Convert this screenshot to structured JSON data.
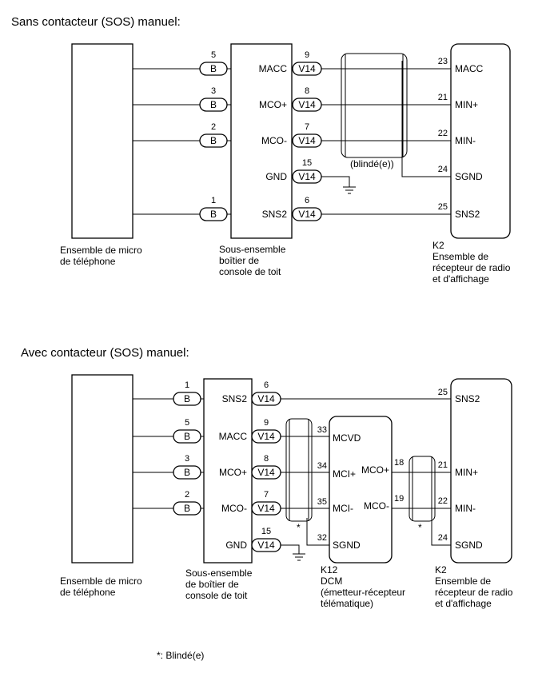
{
  "section1": {
    "title": "Sans contacteur (SOS) manuel:",
    "left_component": [
      "Ensemble de micro",
      "de téléphone"
    ],
    "mid_component": [
      "Sous-ensemble",
      "boîtier de",
      "console de toit"
    ],
    "right_code": "K2",
    "right_component": [
      "Ensemble de",
      "récepteur de radio",
      "et d'affichage"
    ],
    "shield_label": "(blindé(e))",
    "rows": [
      {
        "conn_pin": "5",
        "conn": "B",
        "mid_signal": "MACC",
        "mid_pin": "9",
        "mid_conn": "V14",
        "right_pin": "23",
        "right_signal": "MACC"
      },
      {
        "conn_pin": "3",
        "conn": "B",
        "mid_signal": "MCO+",
        "mid_pin": "8",
        "mid_conn": "V14",
        "right_pin": "21",
        "right_signal": "MIN+"
      },
      {
        "conn_pin": "2",
        "conn": "B",
        "mid_signal": "MCO-",
        "mid_pin": "7",
        "mid_conn": "V14",
        "right_pin": "22",
        "right_signal": "MIN-"
      },
      {
        "mid_signal": "GND",
        "mid_pin": "15",
        "mid_conn": "V14",
        "right_pin": "24",
        "right_signal": "SGND"
      },
      {
        "conn_pin": "1",
        "conn": "B",
        "mid_signal": "SNS2",
        "mid_pin": "6",
        "mid_conn": "V14",
        "right_pin": "25",
        "right_signal": "SNS2"
      }
    ]
  },
  "section2": {
    "title": "Avec contacteur (SOS) manuel:",
    "left_component": [
      "Ensemble de micro",
      "de téléphone"
    ],
    "mid_component": [
      "Sous-ensemble",
      "de boîtier de",
      "console de toit"
    ],
    "dcm_code": "K12",
    "dcm_component": [
      "DCM",
      "(émetteur-récepteur",
      "télématique)"
    ],
    "right_code": "K2",
    "right_component": [
      "Ensemble de",
      "récepteur de radio",
      "et d'affichage"
    ],
    "asterisk": "*",
    "rows": [
      {
        "conn_pin": "1",
        "conn": "B",
        "mid_signal": "SNS2",
        "mid_pin": "6",
        "mid_conn": "V14"
      },
      {
        "conn_pin": "5",
        "conn": "B",
        "mid_signal": "MACC",
        "mid_pin": "9",
        "mid_conn": "V14"
      },
      {
        "conn_pin": "3",
        "conn": "B",
        "mid_signal": "MCO+",
        "mid_pin": "8",
        "mid_conn": "V14"
      },
      {
        "conn_pin": "2",
        "conn": "B",
        "mid_signal": "MCO-",
        "mid_pin": "7",
        "mid_conn": "V14"
      },
      {
        "mid_signal": "GND",
        "mid_pin": "15",
        "mid_conn": "V14"
      }
    ],
    "dcm_pins": [
      {
        "pin": "33",
        "signal": "MCVD"
      },
      {
        "pin": "34",
        "signal": "MCI+"
      },
      {
        "pin": "35",
        "signal": "MCI-"
      },
      {
        "pin": "32",
        "signal": "SGND"
      }
    ],
    "dcm_out": [
      {
        "pin": "18",
        "signal": "MCO+"
      },
      {
        "pin": "19",
        "signal": "MCO-"
      }
    ],
    "right_pins": [
      {
        "pin": "25",
        "signal": "SNS2"
      },
      {
        "pin": "21",
        "signal": "MIN+"
      },
      {
        "pin": "22",
        "signal": "MIN-"
      },
      {
        "pin": "24",
        "signal": "SGND"
      }
    ]
  },
  "footnote": "*: Blindé(e)"
}
